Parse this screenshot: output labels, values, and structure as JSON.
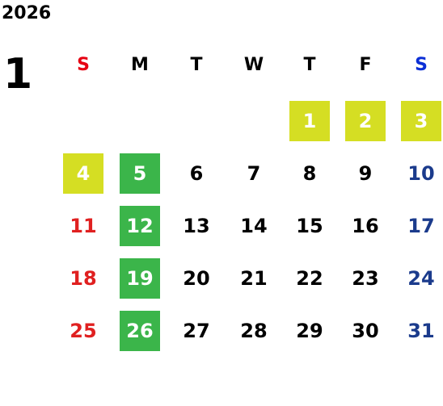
{
  "calendar": {
    "year": "2026",
    "month": "1",
    "weekdays": [
      "S",
      "M",
      "T",
      "W",
      "T",
      "F",
      "S"
    ],
    "days": [
      {
        "day": "1",
        "col": 5,
        "row": 0,
        "highlight": "yellow"
      },
      {
        "day": "2",
        "col": 6,
        "row": 0,
        "highlight": "yellow"
      },
      {
        "day": "3",
        "col": 7,
        "row": 0,
        "highlight": "yellow"
      },
      {
        "day": "4",
        "col": 1,
        "row": 1,
        "highlight": "yellow"
      },
      {
        "day": "5",
        "col": 2,
        "row": 1,
        "highlight": "green"
      },
      {
        "day": "6",
        "col": 3,
        "row": 1,
        "highlight": null
      },
      {
        "day": "7",
        "col": 4,
        "row": 1,
        "highlight": null
      },
      {
        "day": "8",
        "col": 5,
        "row": 1,
        "highlight": null
      },
      {
        "day": "9",
        "col": 6,
        "row": 1,
        "highlight": null
      },
      {
        "day": "10",
        "col": 7,
        "row": 1,
        "highlight": null
      },
      {
        "day": "11",
        "col": 1,
        "row": 2,
        "highlight": null
      },
      {
        "day": "12",
        "col": 2,
        "row": 2,
        "highlight": "green"
      },
      {
        "day": "13",
        "col": 3,
        "row": 2,
        "highlight": null
      },
      {
        "day": "14",
        "col": 4,
        "row": 2,
        "highlight": null
      },
      {
        "day": "15",
        "col": 5,
        "row": 2,
        "highlight": null
      },
      {
        "day": "16",
        "col": 6,
        "row": 2,
        "highlight": null
      },
      {
        "day": "17",
        "col": 7,
        "row": 2,
        "highlight": null
      },
      {
        "day": "18",
        "col": 1,
        "row": 3,
        "highlight": null
      },
      {
        "day": "19",
        "col": 2,
        "row": 3,
        "highlight": "green"
      },
      {
        "day": "20",
        "col": 3,
        "row": 3,
        "highlight": null
      },
      {
        "day": "21",
        "col": 4,
        "row": 3,
        "highlight": null
      },
      {
        "day": "22",
        "col": 5,
        "row": 3,
        "highlight": null
      },
      {
        "day": "23",
        "col": 6,
        "row": 3,
        "highlight": null
      },
      {
        "day": "24",
        "col": 7,
        "row": 3,
        "highlight": null
      },
      {
        "day": "25",
        "col": 1,
        "row": 4,
        "highlight": null
      },
      {
        "day": "26",
        "col": 2,
        "row": 4,
        "highlight": "green"
      },
      {
        "day": "27",
        "col": 3,
        "row": 4,
        "highlight": null
      },
      {
        "day": "28",
        "col": 4,
        "row": 4,
        "highlight": null
      },
      {
        "day": "29",
        "col": 5,
        "row": 4,
        "highlight": null
      },
      {
        "day": "30",
        "col": 6,
        "row": 4,
        "highlight": null
      },
      {
        "day": "31",
        "col": 7,
        "row": 4,
        "highlight": null
      }
    ]
  },
  "colors": {
    "sunday": "#e02020",
    "saturday": "#1b3b8c",
    "weekday": "#000000",
    "highlight_yellow": "#d5de23",
    "highlight_green": "#3bb54a"
  }
}
